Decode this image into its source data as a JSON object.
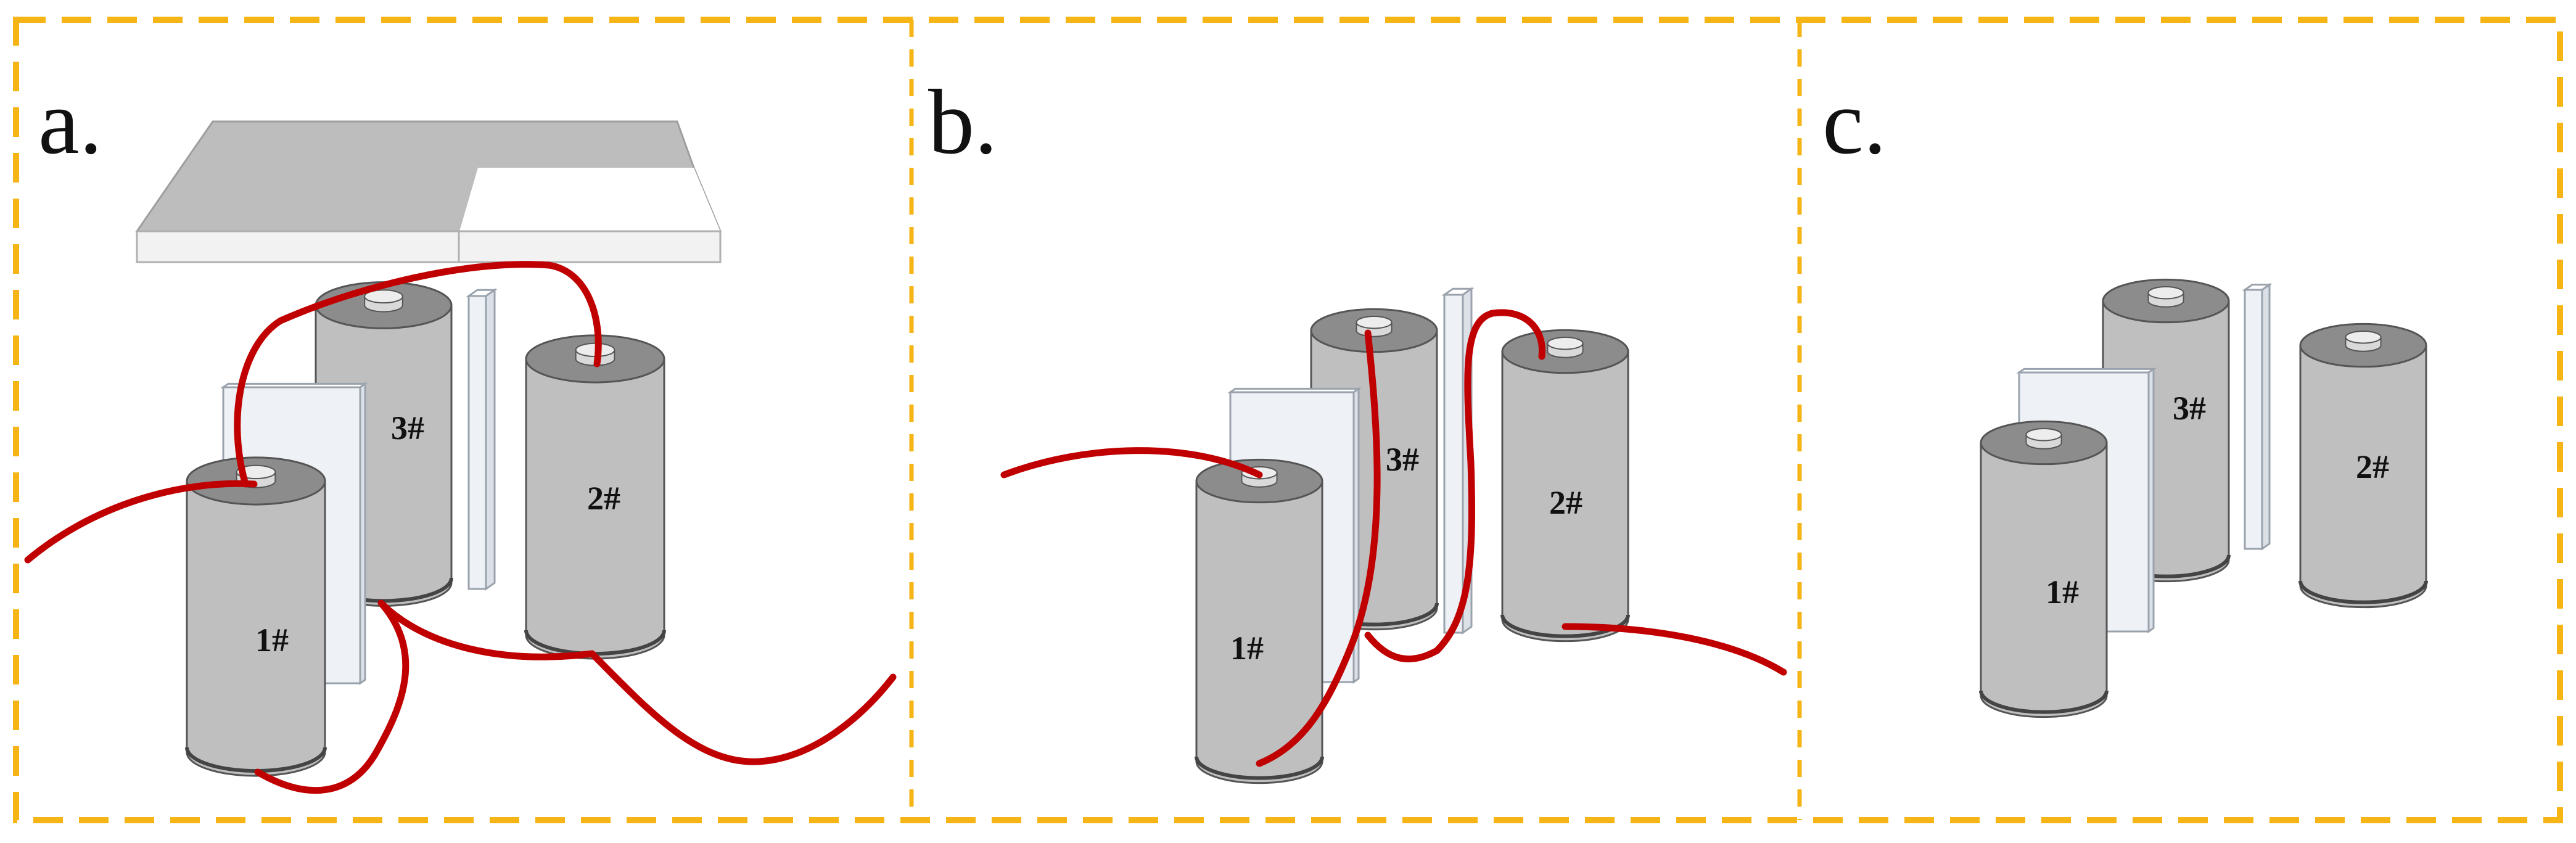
{
  "colors": {
    "frame": "#F5B517",
    "wire": "#C00000",
    "cell_body": "#BFBFBF",
    "cell_top": "#8C8C8C",
    "cap": "#D9D9D9",
    "plate_face": "#EEF1F5",
    "plate_edge": "#9AA3AD",
    "cover_top": "#BDBDBD",
    "cover_front": "#F2F2F2"
  },
  "panels": [
    {
      "id": "a",
      "label": "a.",
      "cells": [
        {
          "id": "cell-3",
          "label": "3#"
        },
        {
          "id": "cell-2",
          "label": "2#"
        },
        {
          "id": "cell-1",
          "label": "1#"
        }
      ]
    },
    {
      "id": "b",
      "label": "b.",
      "cells": [
        {
          "id": "cell-3",
          "label": "3#"
        },
        {
          "id": "cell-2",
          "label": "2#"
        },
        {
          "id": "cell-1",
          "label": "1#"
        }
      ]
    },
    {
      "id": "c",
      "label": "c.",
      "cells": [
        {
          "id": "cell-3",
          "label": "3#"
        },
        {
          "id": "cell-2",
          "label": "2#"
        },
        {
          "id": "cell-1",
          "label": "1#"
        }
      ]
    }
  ]
}
